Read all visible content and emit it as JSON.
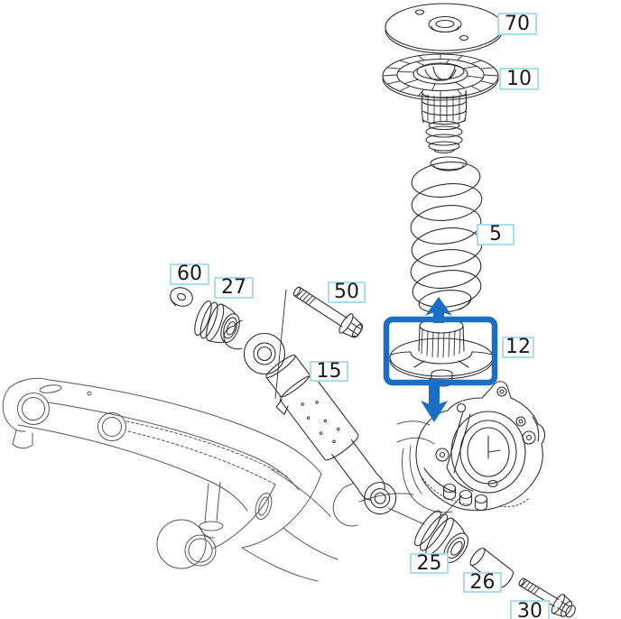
{
  "diagram": {
    "kind": "exploded-parts-view",
    "subject": "rear suspension shock absorber and coil spring"
  },
  "callouts": [
    {
      "part": "70"
    },
    {
      "part": "10"
    },
    {
      "part": "5"
    },
    {
      "part": "60"
    },
    {
      "part": "27"
    },
    {
      "part": "50"
    },
    {
      "part": "15"
    },
    {
      "part": "12"
    },
    {
      "part": "25"
    },
    {
      "part": "26"
    },
    {
      "part": "30"
    }
  ],
  "highlight": {
    "part": "12",
    "arrows": [
      "arrow-up",
      "arrow-down"
    ]
  },
  "colors": {
    "highlight_blue": "#1a6ec6",
    "callout_border": "#aadded",
    "callout_text": "#1a1a1a",
    "line": "#2f2f2f",
    "background": "#ffffff"
  }
}
